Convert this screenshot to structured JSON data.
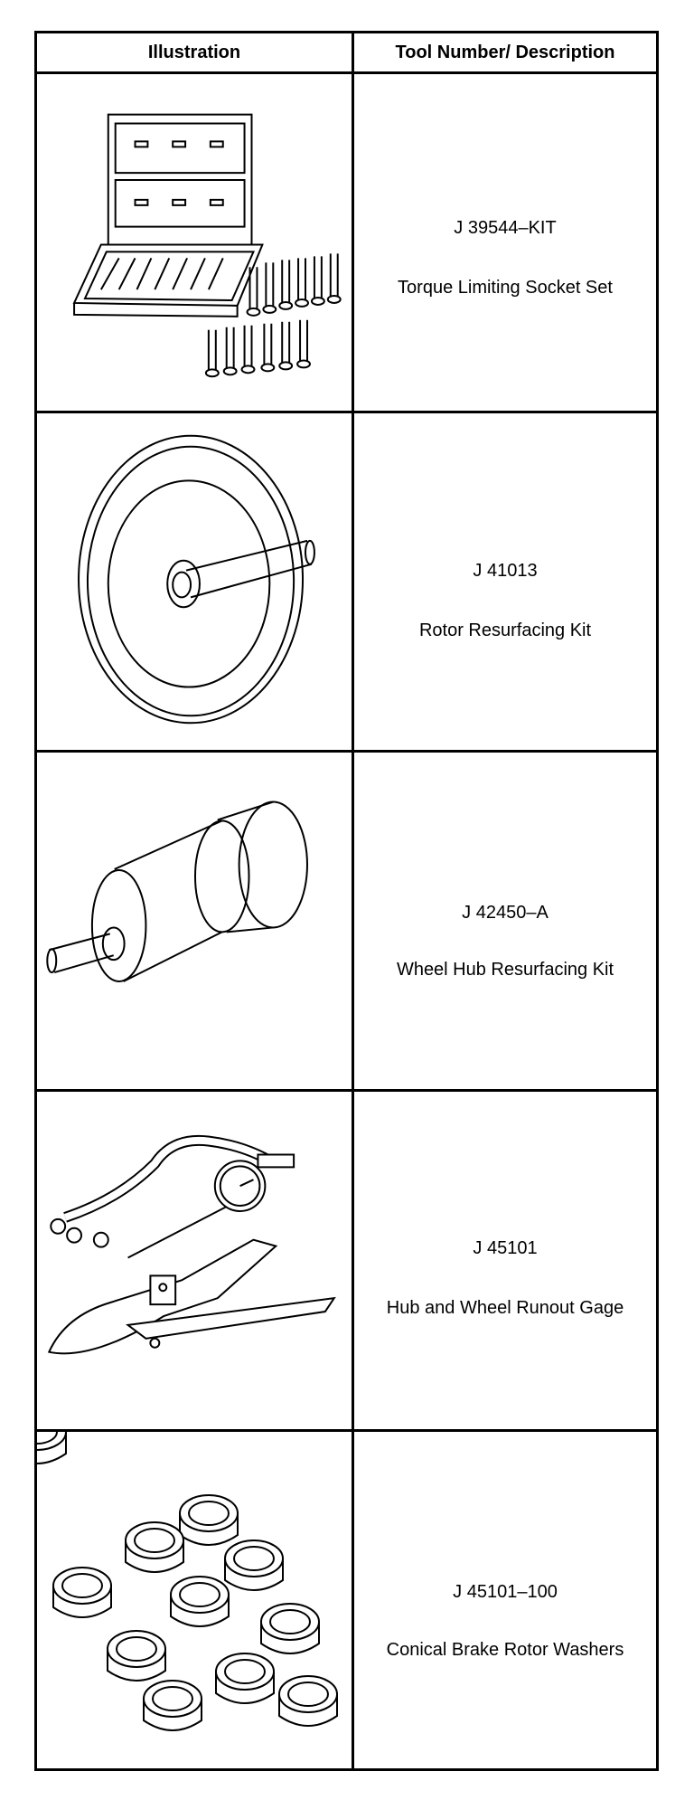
{
  "table": {
    "header": {
      "illustration": "Illustration",
      "tool_number_description": "Tool Number/ Description"
    },
    "rows": [
      {
        "tool_number": "J 39544–KIT",
        "description": "Torque Limiting Socket Set",
        "illustration_icon": "socket-set-case-icon"
      },
      {
        "tool_number": "J 41013",
        "description": "Rotor Resurfacing Kit",
        "illustration_icon": "rotor-plate-icon"
      },
      {
        "tool_number": "J 42450–A",
        "description": "Wheel Hub Resurfacing Kit",
        "illustration_icon": "hub-cylinder-icon"
      },
      {
        "tool_number": "J 45101",
        "description": "Hub and Wheel Runout Gage",
        "illustration_icon": "runout-gage-icon"
      },
      {
        "tool_number": "J 45101–100",
        "description": "Conical Brake Rotor Washers",
        "illustration_icon": "rotor-washers-icon"
      }
    ]
  }
}
